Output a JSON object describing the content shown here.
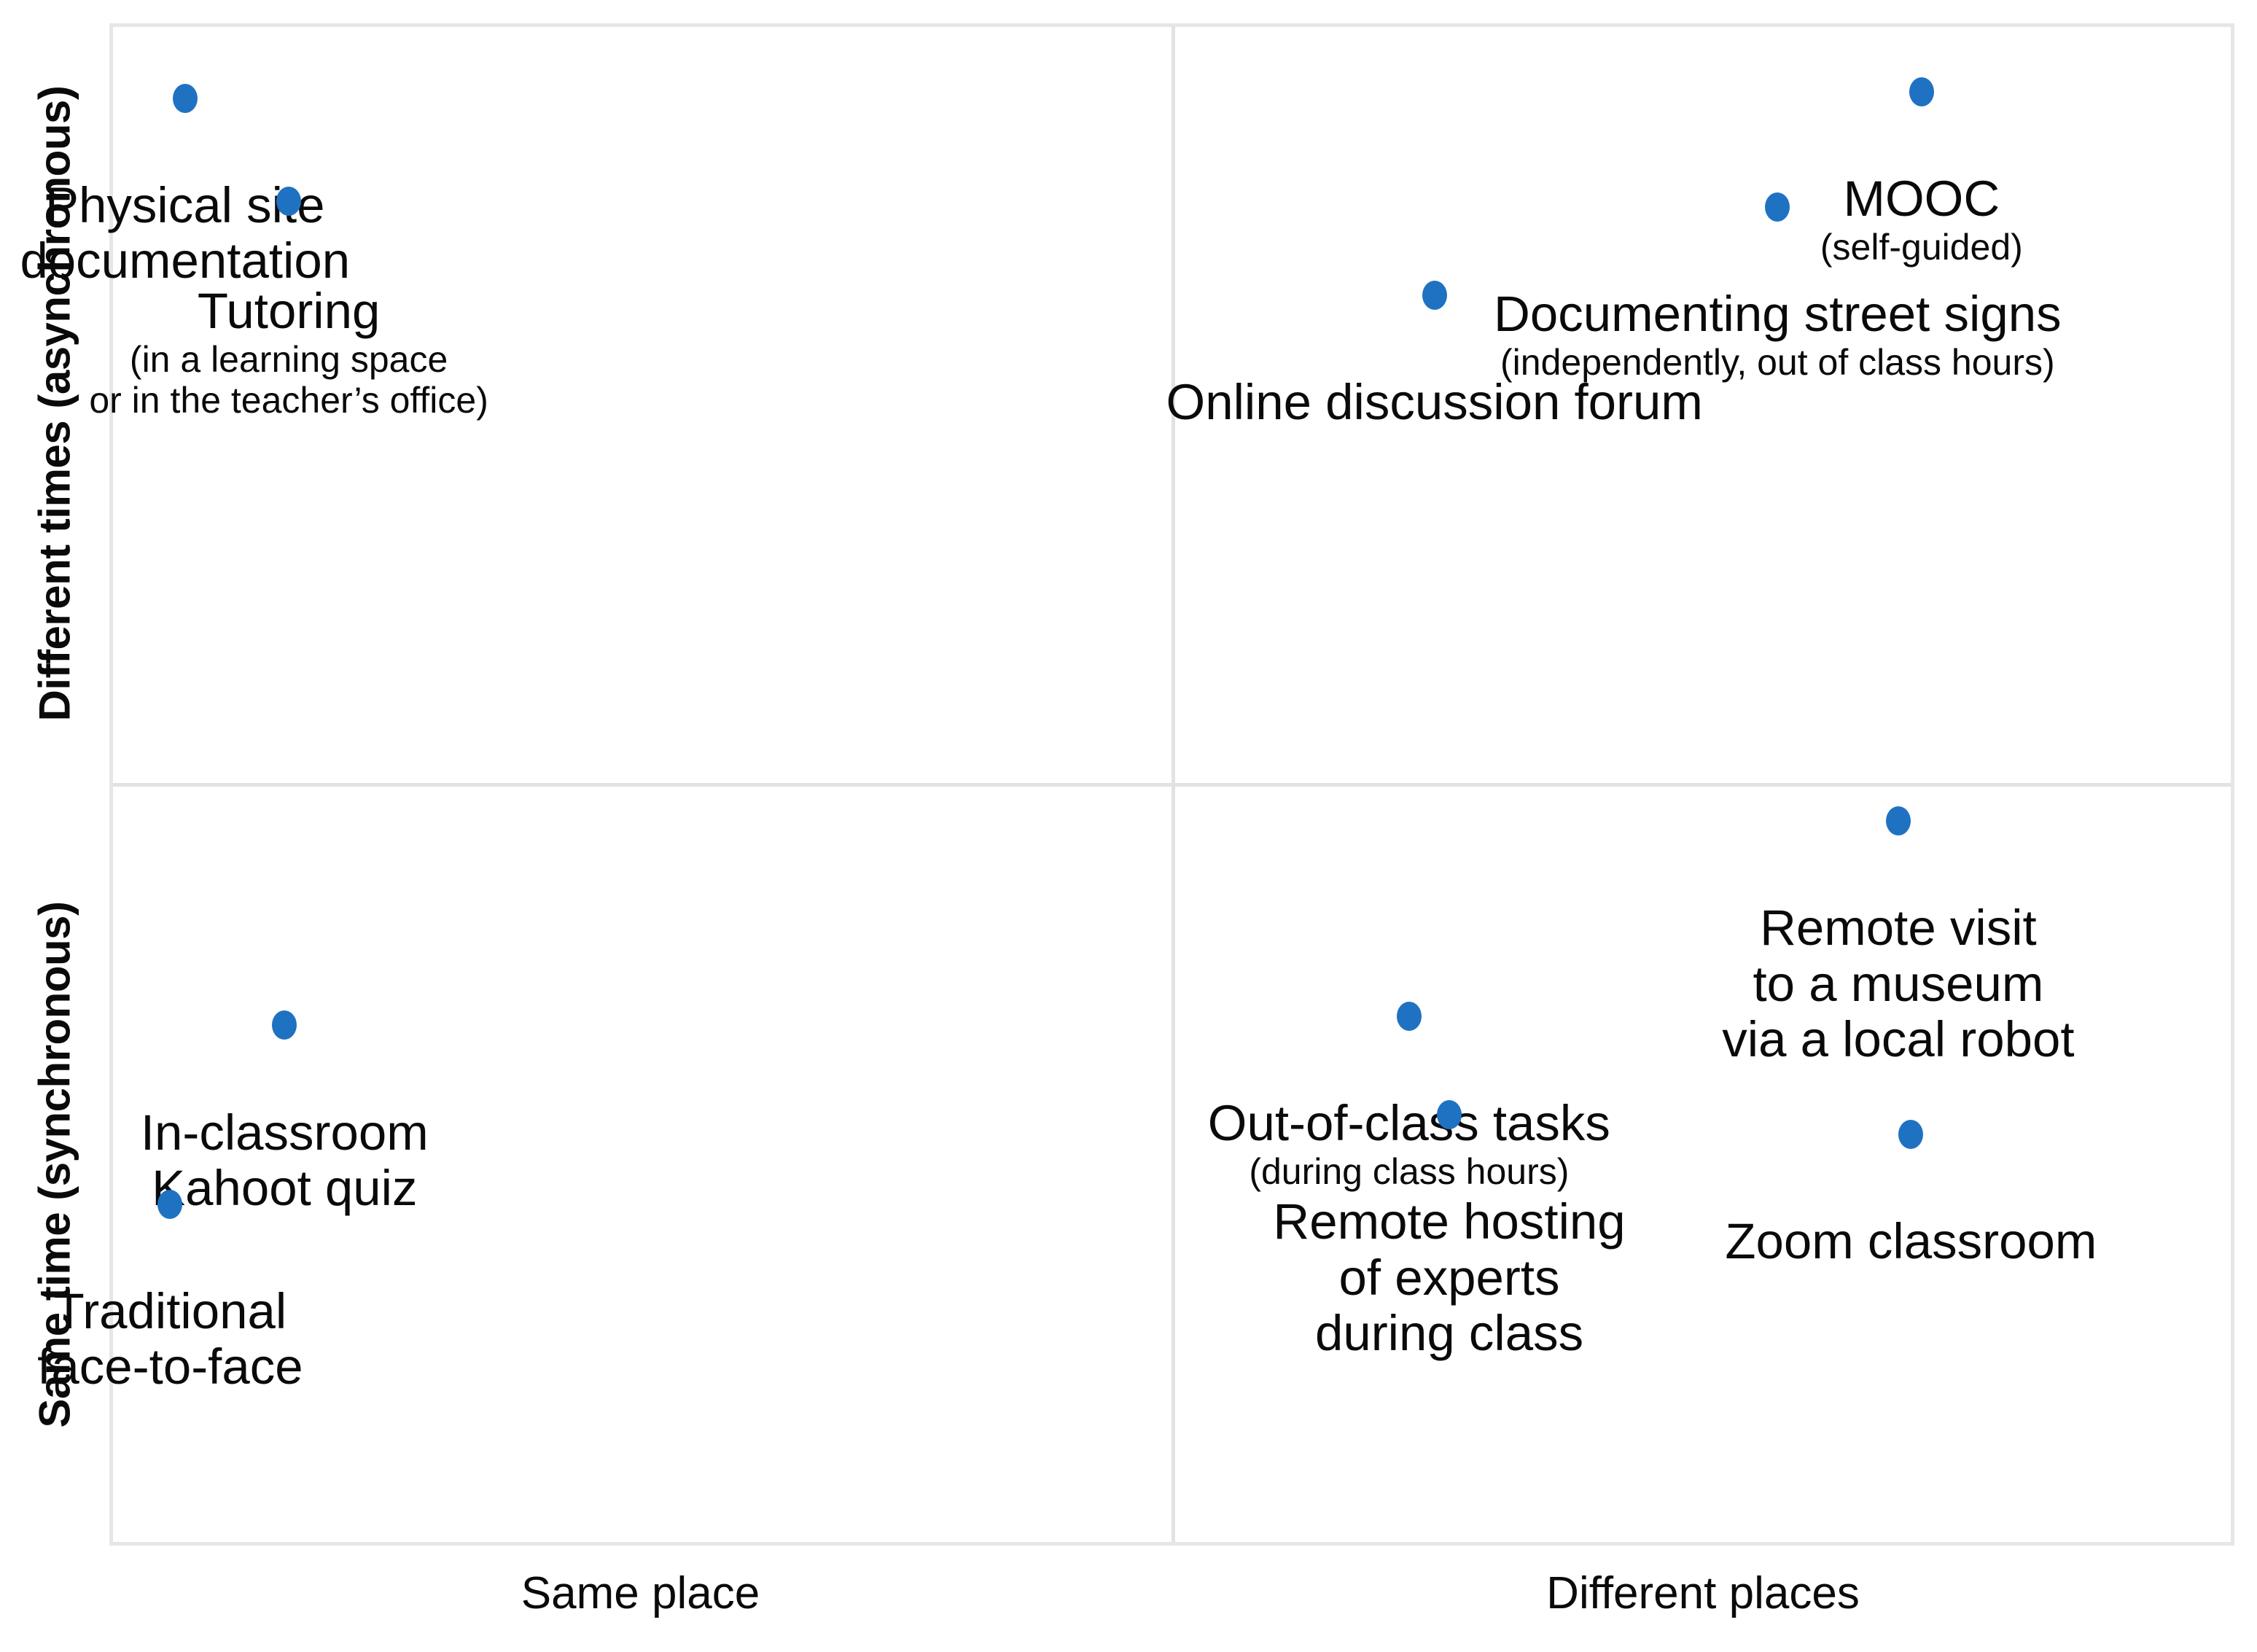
{
  "axes": {
    "y_top_label": "Different times (asynchronous)",
    "y_bottom_label": "Same time (synchronous)",
    "x_left_label": "Same place",
    "x_right_label": "Different places"
  },
  "colors": {
    "point": "#1f72c2",
    "frame": "#e6e6e6",
    "divider": "#e2e2e2",
    "text": "#0a0a0a"
  },
  "chart_data": {
    "type": "scatter",
    "title": "",
    "xlabel": "",
    "ylabel": "",
    "grid": true,
    "legend": "none",
    "xlim": [
      0,
      100
    ],
    "ylim": [
      0,
      100
    ],
    "x_axis": {
      "type": "categorical",
      "categories": [
        "Same place",
        "Different places"
      ],
      "divider_at": 50
    },
    "y_axis": {
      "type": "categorical",
      "categories": [
        "Same time (synchronous)",
        "Different times (asynchronous)"
      ],
      "divider_at": 50
    },
    "quadrants": [
      {
        "id": "same-place-different-times",
        "x_category": "Same place",
        "y_category": "Different times (asynchronous)",
        "points": [
          {
            "label": "Physical site documentation",
            "lines": [
              "Physical site",
              "documentation"
            ],
            "sublines": [],
            "x": 3.4,
            "y": 95.3,
            "label_x": 3.4,
            "label_y": 90.0
          },
          {
            "label": "Tutoring (in a learning space or in the teacher’s office)",
            "lines": [
              "Tutoring"
            ],
            "sublines": [
              "(in a learning space",
              "or in the teacher’s office)"
            ],
            "x": 8.3,
            "y": 88.5,
            "label_x": 8.3,
            "label_y": 83.0
          }
        ]
      },
      {
        "id": "different-places-different-times",
        "x_category": "Different places",
        "y_category": "Different times (asynchronous)",
        "points": [
          {
            "label": "MOOC (self-guided)",
            "lines": [
              "MOOC"
            ],
            "sublines": [
              "(self-guided)"
            ],
            "x": 85.4,
            "y": 95.7,
            "label_x": 85.4,
            "label_y": 90.4
          },
          {
            "label": "Documenting street signs (independently, out of class hours)",
            "lines": [
              "Documenting  street  signs"
            ],
            "sublines": [
              "(independently, out of class hours)"
            ],
            "x": 78.6,
            "y": 88.1,
            "label_x": 78.6,
            "label_y": 82.8
          },
          {
            "label": "Online discussion forum",
            "lines": [
              "Online discussion forum"
            ],
            "sublines": [],
            "x": 62.4,
            "y": 82.3,
            "label_x": 62.4,
            "label_y": 77.0
          }
        ]
      },
      {
        "id": "same-place-same-time",
        "x_category": "Same place",
        "y_category": "Same time (synchronous)",
        "points": [
          {
            "label": "In-classroom Kahoot quiz",
            "lines": [
              "In-classroom",
              "Kahoot quiz"
            ],
            "sublines": [],
            "x": 8.1,
            "y": 34.1,
            "label_x": 8.1,
            "label_y": 28.8
          },
          {
            "label": "Traditional face-to-face",
            "lines": [
              "Traditional",
              "face-to-face"
            ],
            "sublines": [],
            "x": 2.7,
            "y": 22.3,
            "label_x": 2.7,
            "label_y": 17.0
          }
        ]
      },
      {
        "id": "different-places-same-time",
        "x_category": "Different places",
        "y_category": "Same time (synchronous)",
        "points": [
          {
            "label": "Remote visit to a museum via a local robot",
            "lines": [
              "Remote visit",
              "to a museum",
              "via a local robot"
            ],
            "sublines": [],
            "x": 84.3,
            "y": 47.6,
            "label_x": 84.3,
            "label_y": 42.3
          },
          {
            "label": "Out-of-class tasks (during class hours)",
            "lines": [
              "Out-of-class tasks"
            ],
            "sublines": [
              "(during class hours)"
            ],
            "x": 61.2,
            "y": 34.7,
            "label_x": 61.2,
            "label_y": 29.4
          },
          {
            "label": "Remote hosting of experts during class",
            "lines": [
              "Remote  hosting",
              "of experts",
              "during class"
            ],
            "sublines": [],
            "x": 63.1,
            "y": 28.2,
            "label_x": 63.1,
            "label_y": 22.9
          },
          {
            "label": "Zoom classroom",
            "lines": [
              "Zoom classroom"
            ],
            "sublines": [],
            "x": 84.9,
            "y": 26.9,
            "label_x": 84.9,
            "label_y": 21.6
          }
        ]
      }
    ]
  }
}
